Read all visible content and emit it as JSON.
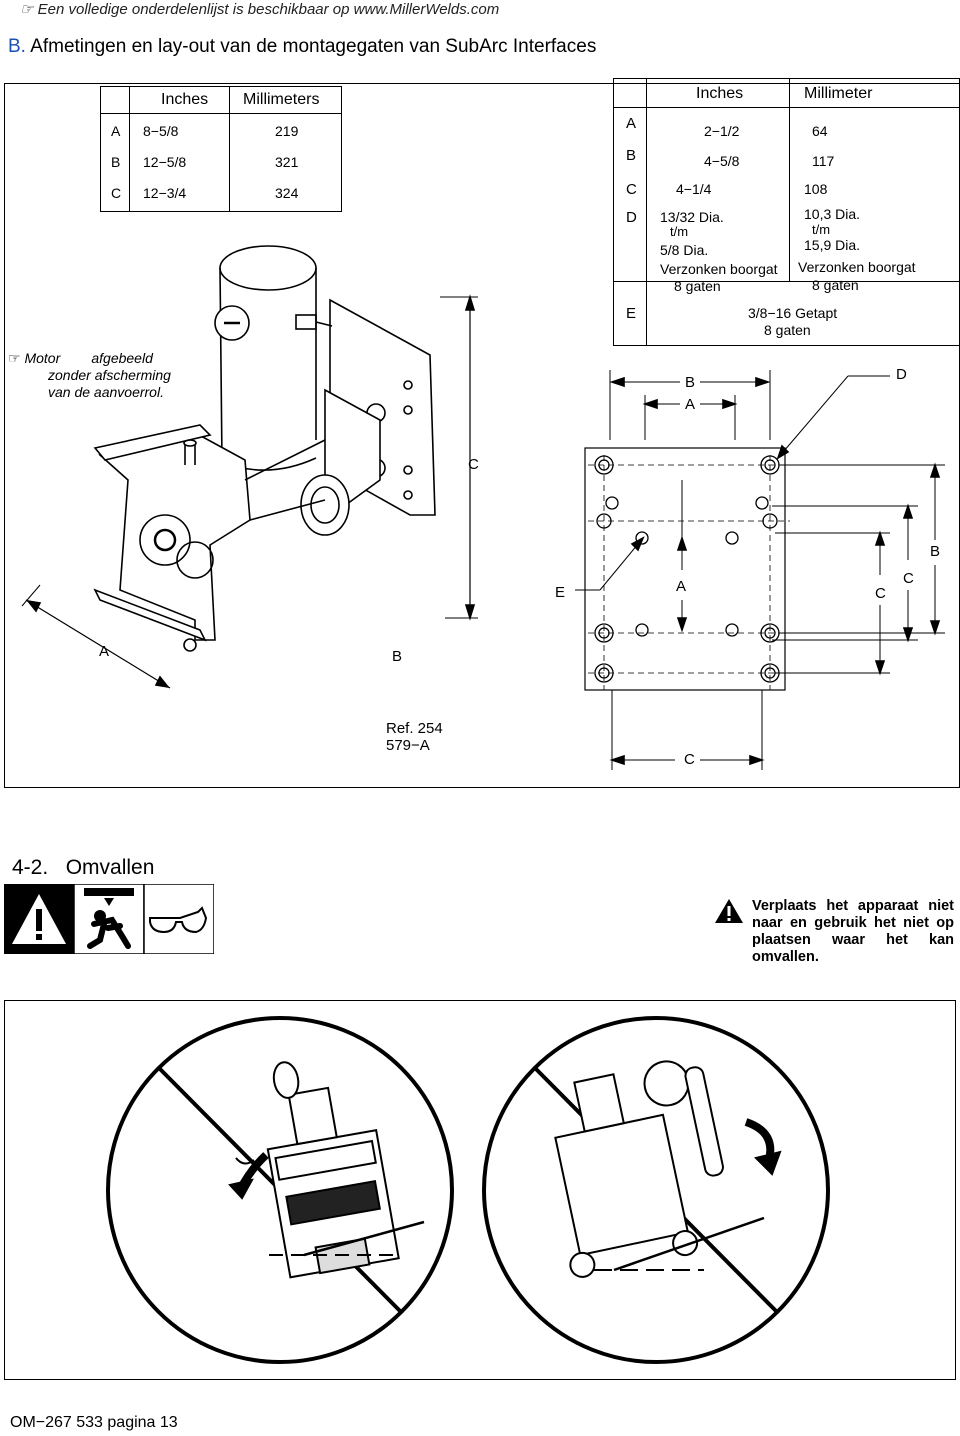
{
  "header_note": "Een volledige onderdelenlijst is beschikbaar op www.MillerWelds.com",
  "section": {
    "prefix": "B.",
    "title": "Afmetingen en lay-out van de montagegaten van SubArc Interfaces"
  },
  "table1": {
    "col_inches": "Inches",
    "col_mm": "Millimeters",
    "rows": [
      {
        "label": "A",
        "inches": "8−5/8",
        "mm": "219"
      },
      {
        "label": "B",
        "inches": "12−5/8",
        "mm": "321"
      },
      {
        "label": "C",
        "inches": "12−3/4",
        "mm": "324"
      }
    ]
  },
  "table2": {
    "col_inches": "Inches",
    "col_mm": "Millimeter",
    "rowA": {
      "label": "A",
      "inches": "2−1/2",
      "mm": "64"
    },
    "rowB": {
      "label": "B",
      "inches": "4−5/8",
      "mm": "117"
    },
    "rowC": {
      "label": "C",
      "inches": "4−1/4",
      "mm": "108"
    },
    "rowD": {
      "label": "D",
      "in1": "13/32 Dia.",
      "in2": "t/m",
      "in3": "5/8 Dia.",
      "in4": "Verzonken boorgat",
      "in5": "8 gaten",
      "mm1": "10,3 Dia.",
      "mm2": "t/m",
      "mm3": "15,9 Dia.",
      "mm4": "Verzonken boorgat",
      "mm5": "8 gaten"
    },
    "rowE": {
      "label": "E",
      "line1": "3/8−16 Getapt",
      "line2": "8 gaten"
    }
  },
  "motor_note": {
    "line1": "Motor        afgebeeld",
    "line2": "zonder afscherming",
    "line3": "van de aanvoerrol."
  },
  "dims": {
    "A": "A",
    "B": "B",
    "C": "C",
    "D": "D",
    "E": "E"
  },
  "ref": {
    "line1": "Ref. 254",
    "line2": "579−A"
  },
  "section2": {
    "number": "4-2.",
    "title": "Omvallen"
  },
  "warning_text": "Verplaats het apparaat niet naar en gebruik het niet op plaatsen waar het kan omvallen.",
  "footer": "OM−267 533 pagina 13",
  "icons": [
    "pointing-hand-icon",
    "warning-triangle-icon",
    "falling-person-icon",
    "safety-glasses-icon"
  ]
}
